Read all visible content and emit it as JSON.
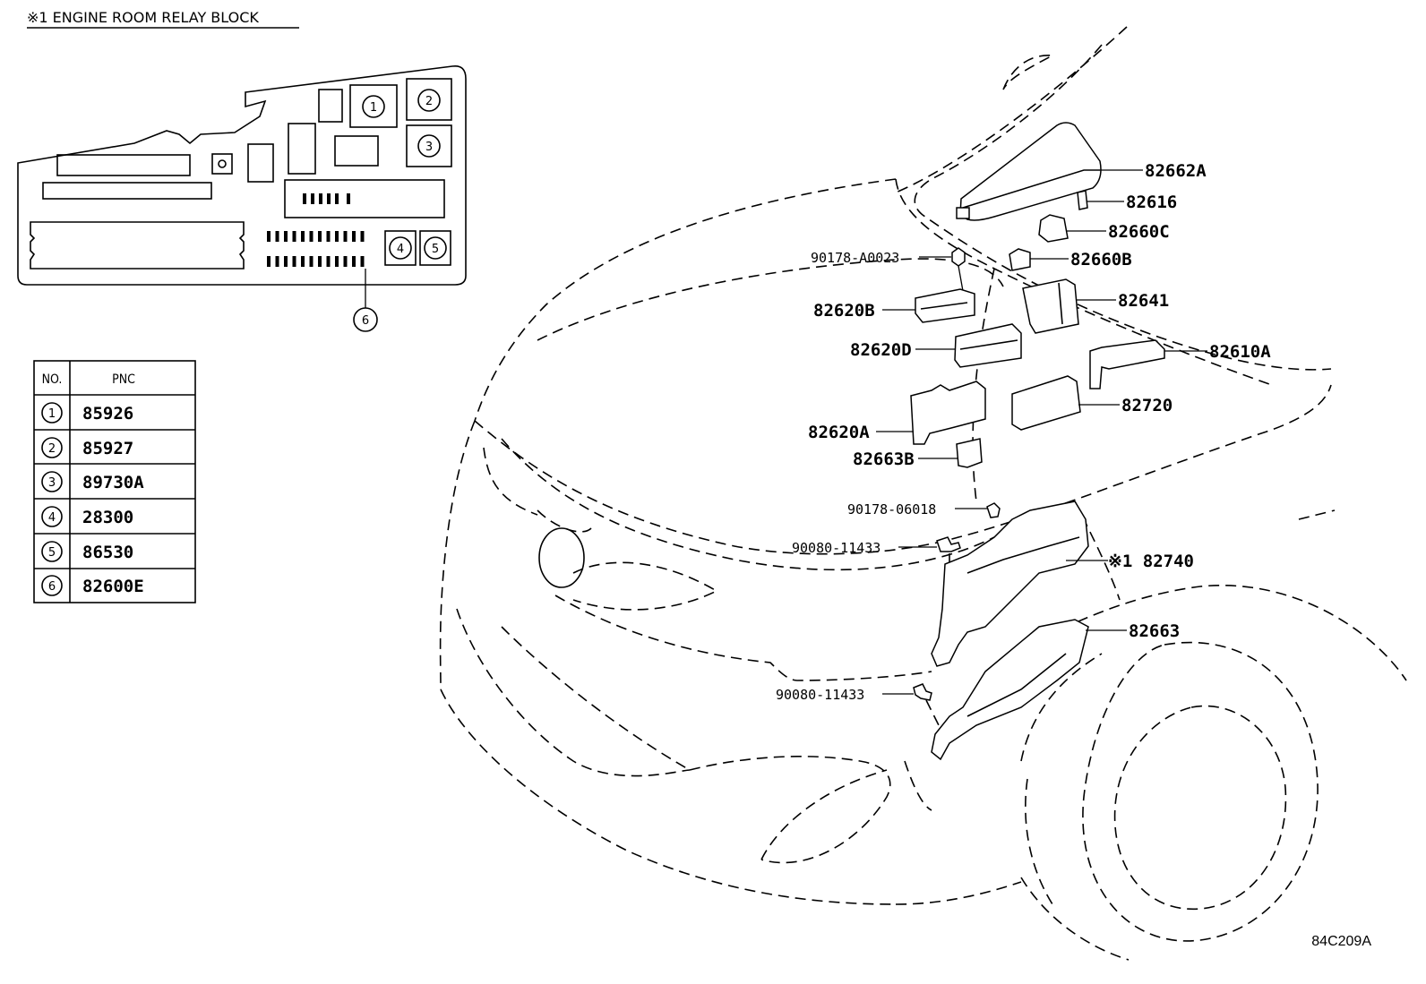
{
  "block_title": "※1 ENGINE ROOM RELAY BLOCK",
  "table": {
    "headers": [
      "NO.",
      "PNC"
    ],
    "rows": [
      {
        "no": "1",
        "pnc": "85926"
      },
      {
        "no": "2",
        "pnc": "85927"
      },
      {
        "no": "3",
        "pnc": "89730A"
      },
      {
        "no": "4",
        "pnc": "28300"
      },
      {
        "no": "5",
        "pnc": "86530"
      },
      {
        "no": "6",
        "pnc": "82600E"
      }
    ]
  },
  "block_callouts": [
    "1",
    "2",
    "3",
    "4",
    "5",
    "6"
  ],
  "part_labels": {
    "p82662A": "82662A",
    "p82616": "82616",
    "p82660C": "82660C",
    "p90178A0023": "90178-A0023",
    "p82660B": "82660B",
    "p82641": "82641",
    "p82620B": "82620B",
    "p82620D": "82620D",
    "p82610A": "82610A",
    "p82720": "82720",
    "p82620A": "82620A",
    "p82663B": "82663B",
    "p9017806018": "90178-06018",
    "p9008011433a": "90080-11433",
    "p82740": "※1 82740",
    "p82663": "82663",
    "p9008011433b": "90080-11433"
  },
  "figure_id": "84C209A"
}
